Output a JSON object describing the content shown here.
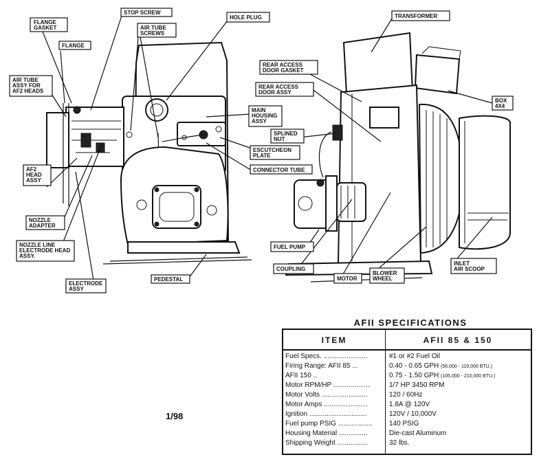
{
  "labels": {
    "flange_gasket": "FLANGE GASKET",
    "flange": "FLANGE",
    "air_tube_assy": "AIR TUBE ASSY FOR AF2 HEADS",
    "af2_head_assy": "AF2 HEAD ASSY",
    "nozzle_adapter": "NOZZLE ADAPTER",
    "nozzle_line": "NOZZLE LINE ELECTRODE HEAD ASSY.",
    "electrode_assy": "ELECTRODE ASSY",
    "stop_screw": "STOP SCREW",
    "air_tube_screws": "AIR TUBE SCREWS",
    "hole_plug": "HOLE PLUG",
    "main_housing": "MAIN HOUSING ASSY",
    "escutcheon": "ESCUTCHEON PLATE",
    "connector_tube": "CONNECTOR TUBE",
    "pedestal": "PEDESTAL",
    "transformer": "TRANSFORMER",
    "rear_access_gasket": "REAR ACCESS DOOR GASKET",
    "rear_access_door": "REAR ACCESS DOOR ASSY",
    "box": "BOX 4X4",
    "splined_nut": "SPLINED NUT",
    "fuel_pump": "FUEL PUMP",
    "coupling": "COUPLING",
    "motor": "MOTOR",
    "blower_wheel": "BLOWER WHEEL",
    "inlet_air_scoop": "INLET AIR SCOOP"
  },
  "date_code": "1/98",
  "specs": {
    "title": "AFII SPECIFICATIONS",
    "header_item": "ITEM",
    "header_model": "AFII 85 & 150",
    "rows": [
      {
        "k": "Fuel Specs. .......................",
        "v": "#1 or #2 Fuel Oil",
        "n": ""
      },
      {
        "k": "Firing Range: AFII 85 ...",
        "v": "0.40 - 0.65 GPH",
        "n": "(56,000 - 119,000 BTU.)"
      },
      {
        "k": "                    AFII 150 ..",
        "v": "0.75 - 1.50 GPH",
        "n": "(105,000 - 210,000 BTU.)"
      },
      {
        "k": "Motor RPM/HP ...................",
        "v": "1/7 HP 3450 RPM",
        "n": ""
      },
      {
        "k": "Motor Volts ........................",
        "v": "120 / 60Hz",
        "n": ""
      },
      {
        "k": "Motor Amps .......................",
        "v": "1.8A @ 120V",
        "n": ""
      },
      {
        "k": "Ignition ..............................",
        "v": "120V / 10,000V",
        "n": ""
      },
      {
        "k": "Fuel pump PSIG ..................",
        "v": "140 PSIG",
        "n": ""
      },
      {
        "k": "Housing Material ...............",
        "v": "Die-cast Aluminum",
        "n": ""
      },
      {
        "k": "Shipping Weight ................",
        "v": "32 lbs.",
        "n": ""
      }
    ]
  }
}
